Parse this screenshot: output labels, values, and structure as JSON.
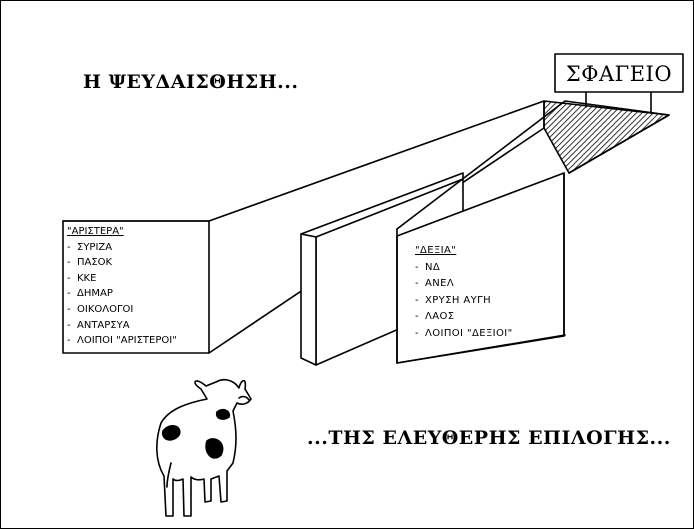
{
  "captions": {
    "top": "Η ΨΕΥΔΑΙΣΘΗΣΗ...",
    "bottom": "...ΤΗΣ ΕΛΕΥΘΕΡΗΣ ΕΠΙΛΟΓΗΣ..."
  },
  "sign": {
    "text": "ΣΦΑΓΕΙΟ"
  },
  "left_list": {
    "heading": "\"ΑΡΙΣΤΕΡΑ\"",
    "items": [
      "ΣΥΡΙΖΑ",
      "ΠΑΣΟΚ",
      "ΚΚΕ",
      "ΔΗΜΑΡ",
      "ΟΙΚΟΛΟΓΟΙ",
      "ΑΝΤΑΡΣΥΑ",
      "ΛΟΙΠΟΙ \"ΑΡΙΣΤΕΡΟΙ\""
    ]
  },
  "right_list": {
    "heading": "\"ΔΕΞΙΑ\"",
    "items": [
      "ΝΔ",
      "ΑΝΕΛ",
      "ΧΡΥΣΗ ΑΥΓΗ",
      "ΛΑΟΣ",
      "ΛΟΙΠΟΙ \"ΔΕΞΙΟΙ\""
    ]
  }
}
